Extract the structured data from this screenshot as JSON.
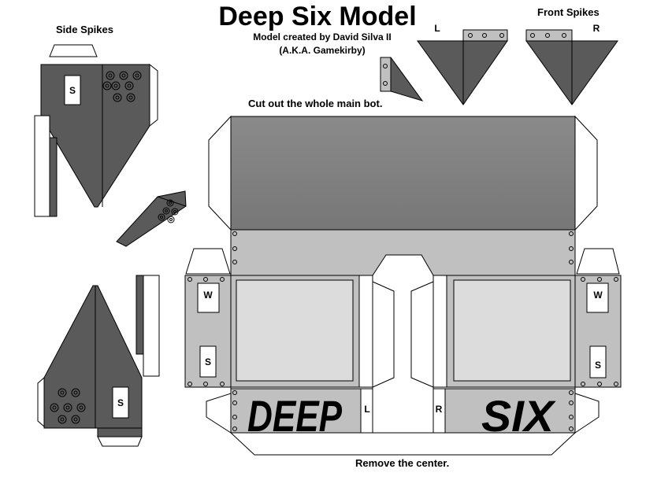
{
  "header": {
    "title": "Deep Six Model",
    "credit_line1": "Model created by David Silva II",
    "credit_line2": "(A.K.A. Gamekirby)"
  },
  "sections": {
    "side_spikes": "Side Spikes",
    "front_spikes": "Front Spikes"
  },
  "instructions": {
    "cut": "Cut out the whole main bot.",
    "remove": "Remove the center."
  },
  "tab_labels": {
    "s": "S",
    "w": "W",
    "l": "L",
    "r": "R"
  },
  "decals": {
    "deep": "DEEP",
    "six": "SIX"
  },
  "colors": {
    "dark_panel": "#5a5a5a",
    "top_panel": "#808080",
    "mid_panel": "#c0c0c0",
    "window": "#dcdcdc",
    "outline": "#000000",
    "background": "#ffffff"
  }
}
